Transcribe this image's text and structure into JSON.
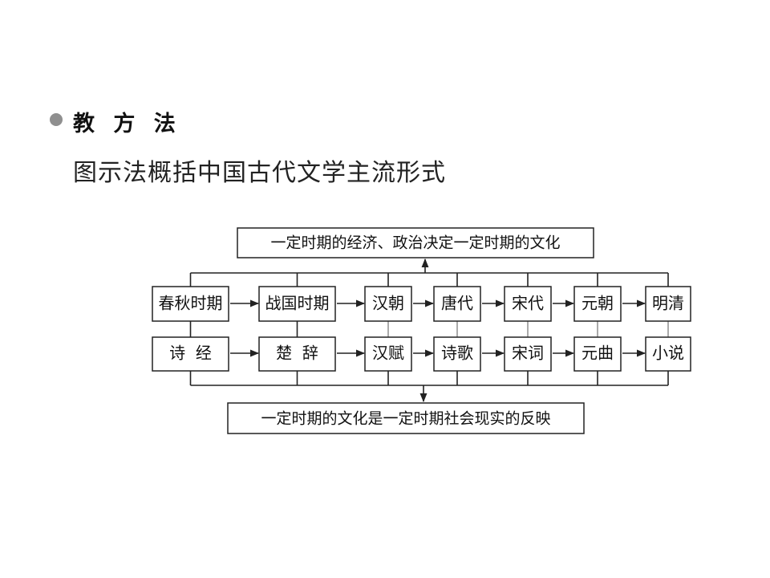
{
  "heading": "教 方 法",
  "subtitle": "图示法概括中国古代文学主流形式",
  "diagram": {
    "top_box": "一定时期的经济、政治决定一定时期的文化",
    "bottom_box": "一定时期的文化是一定时期社会现实的反映",
    "periods": [
      "春秋时期",
      "战国时期",
      "汉朝",
      "唐代",
      "宋代",
      "元朝",
      "明清"
    ],
    "forms": [
      "诗  经",
      "楚  辞",
      "汉赋",
      "诗歌",
      "宋词",
      "元曲",
      "小说"
    ]
  }
}
